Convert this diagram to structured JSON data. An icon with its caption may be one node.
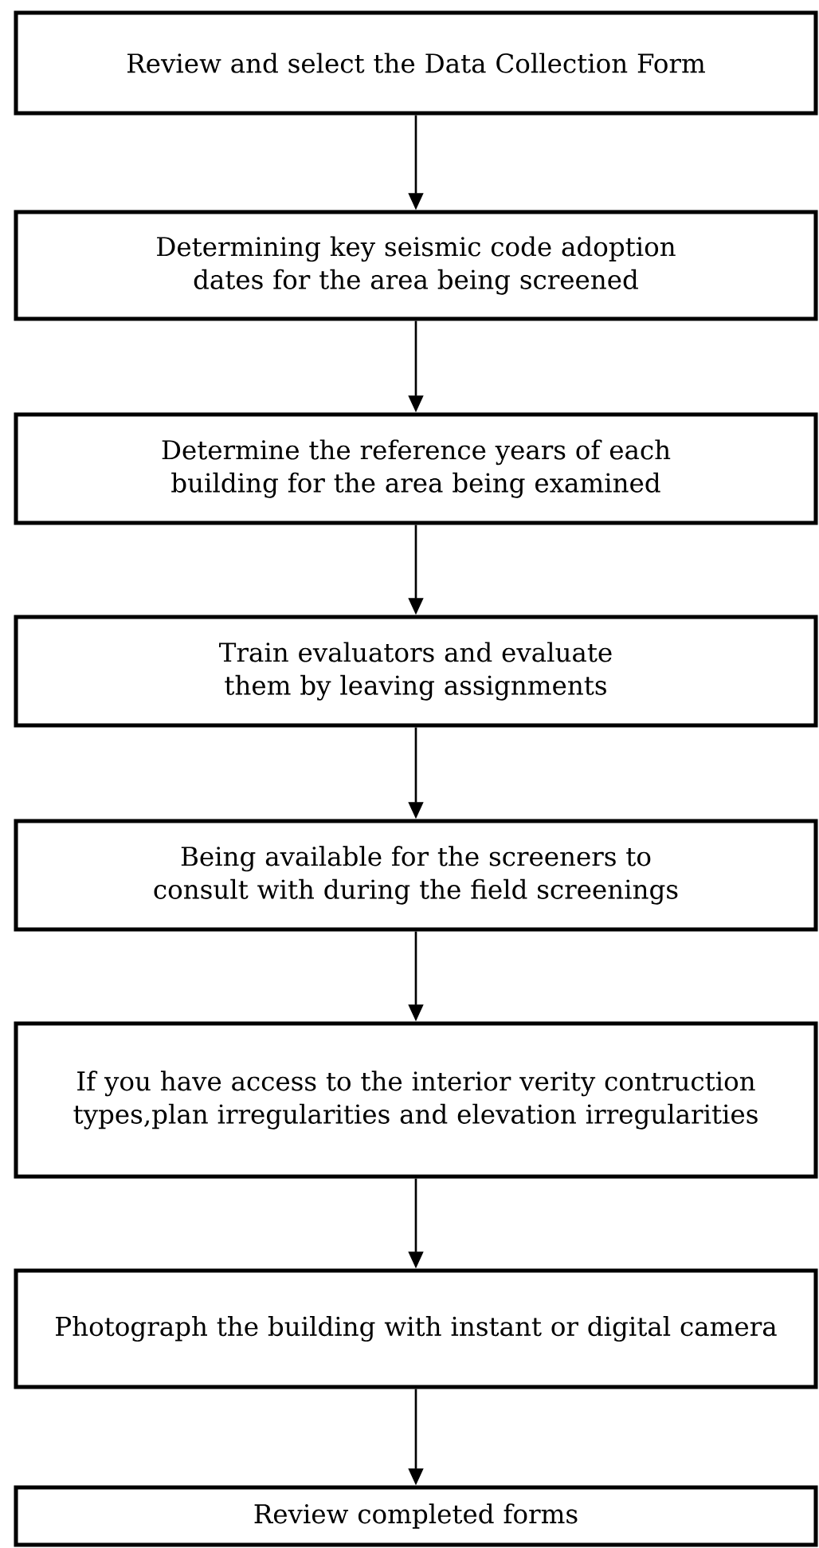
{
  "diagram": {
    "nodes": [
      {
        "text": [
          "Review and select the Data Collection Form"
        ]
      },
      {
        "text": [
          "Determining key seismic code adoption dates for the area being screened"
        ]
      },
      {
        "text": [
          "Determine the reference years of each building for the area being examined"
        ]
      },
      {
        "text": [
          "Train evaluators and evaluate them by leaving assignments"
        ]
      },
      {
        "text": [
          "Being available for the screeners to consult with during the field screenings"
        ]
      },
      {
        "text": [
          "If you have access to the interior verity contruction types,plan irregularities and elevation irregularities"
        ]
      },
      {
        "text": [
          "Photograph the building with instant or digital camera"
        ]
      },
      {
        "text": [
          "Review completed forms"
        ]
      }
    ],
    "edges": [
      {
        "from": 0,
        "to": 1,
        "arrow": "to"
      },
      {
        "from": 1,
        "to": 2,
        "arrow": "to"
      },
      {
        "from": 2,
        "to": 3,
        "arrow": "to"
      },
      {
        "from": 3,
        "to": 4,
        "arrow": "to"
      },
      {
        "from": 4,
        "to": 5,
        "arrow": "to"
      },
      {
        "from": 5,
        "to": 6,
        "arrow": "to"
      },
      {
        "from": 6,
        "to": 7,
        "arrow": "to"
      }
    ]
  }
}
